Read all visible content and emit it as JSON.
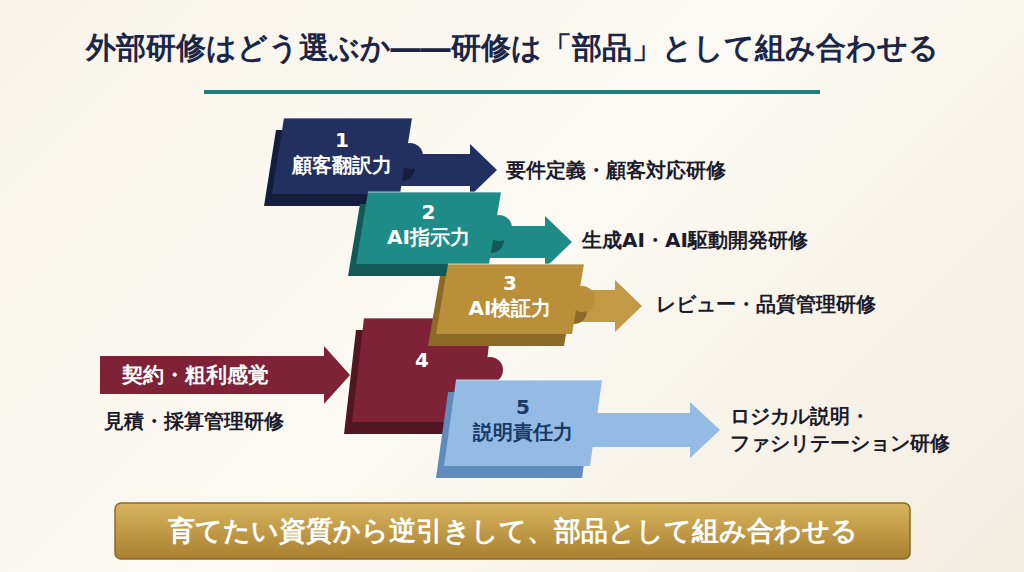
{
  "diagram": {
    "title": "外部研修はどう選ぶか――研修は「部品」として組み合わせる",
    "nodes": [
      {
        "text": [
          "1",
          "顧客翻訳力"
        ]
      },
      {
        "text": [
          "2",
          "AI指示力"
        ]
      },
      {
        "text": [
          "3",
          "AI検証力"
        ]
      },
      {
        "text": [
          "契約・粗利感覚"
        ]
      },
      {
        "text": [
          "4"
        ]
      },
      {
        "text": [
          "5",
          "説明責任力"
        ]
      },
      {
        "text": [
          "育てたい資質から逆引きして、部品として組み合わせる"
        ]
      }
    ],
    "labels": [
      "要件定義・顧客対応研修",
      "生成AI・AI駆動開発研修",
      "レビュー・品質管理研修",
      "見積・採算管理研修",
      "ロジカル説明・ ファシリテーション研修"
    ]
  }
}
